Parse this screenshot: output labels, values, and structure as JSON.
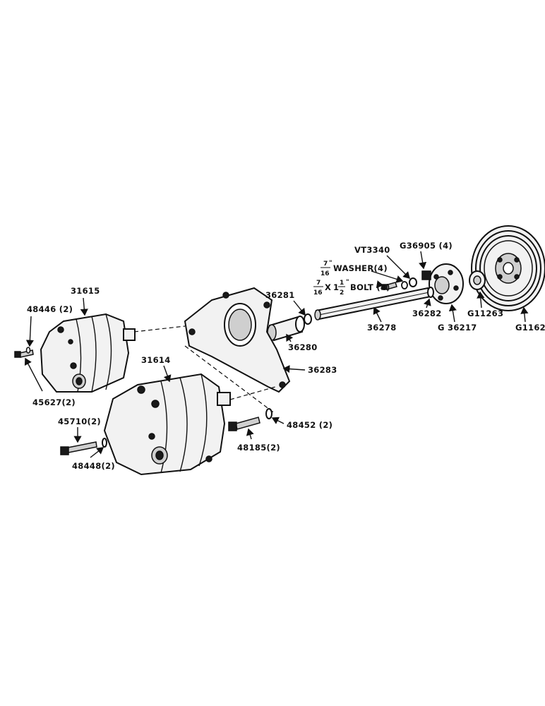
{
  "parts": {
    "p31615": "31615",
    "p48446": "48446 (2)",
    "p45627": "45627(2)",
    "p31614": "31614",
    "p45710": "45710(2)",
    "p48448": "48448(2)",
    "p48185": "48185(2)",
    "p48452": "48452 (2)",
    "p36283": "36283",
    "p36280": "36280",
    "p36281": "36281",
    "p36278": "36278",
    "p36282": "36282",
    "pVT3340": "VT3340",
    "pG36905": "G36905 (4)",
    "pG36217": "G 36217",
    "pG11263": "G11263",
    "pG1162": "G1162"
  },
  "washer": {
    "num": "7",
    "den": "16",
    "inch": "\"",
    "text": "WASHER(4)"
  },
  "bolt": {
    "num": "7",
    "den": "16",
    "times": "X",
    "whole": "1",
    "fnum": "1",
    "fden": "2",
    "inch": "\"",
    "text": "BOLT (4)"
  }
}
